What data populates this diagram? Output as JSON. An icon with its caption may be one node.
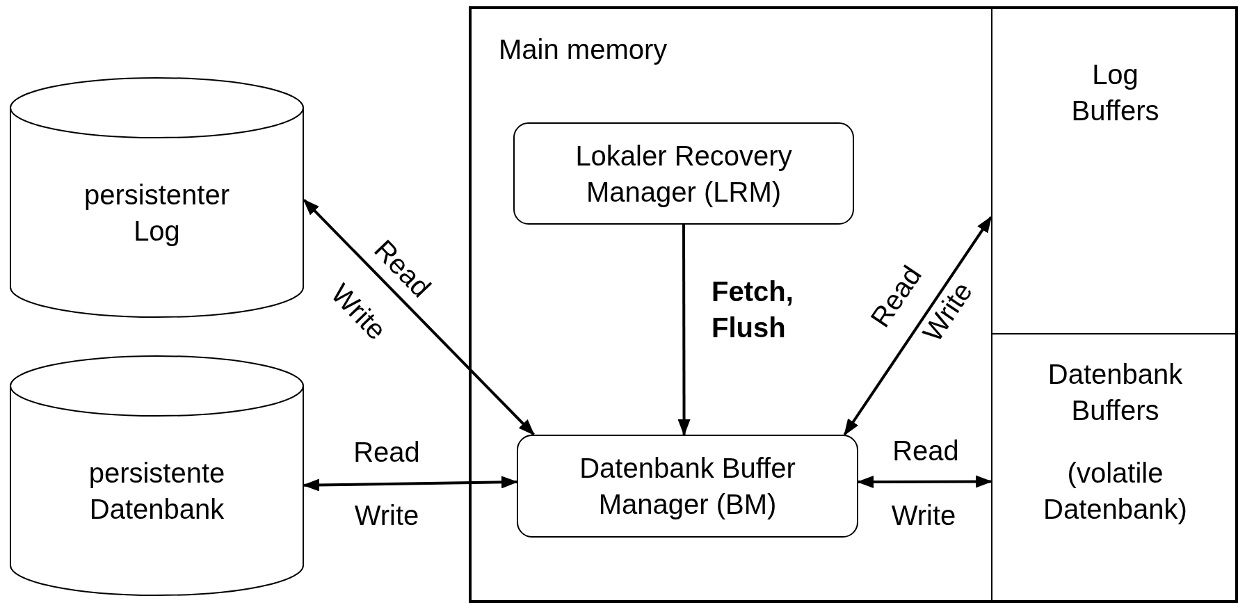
{
  "diagram": {
    "nodes": [
      {
        "text": [
          "persistenter Log"
        ]
      },
      {
        "text": [
          "persistente Datenbank"
        ]
      },
      {
        "text": [
          "Main memory"
        ]
      },
      {
        "text": [
          "Lokaler Recovery Manager (LRM)"
        ],
        "in": 2
      },
      {
        "text": [
          "Datenbank Buffer Manager (BM)"
        ],
        "in": 2
      },
      {
        "text": [
          "Log Buffers"
        ],
        "in": 2
      },
      {
        "text": [
          "Datenbank Buffers",
          "(volatile Datenbank)"
        ],
        "in": 2
      }
    ],
    "edges": [
      {
        "from": 0,
        "to": 4,
        "arrow": "both",
        "label": "Read"
      },
      {
        "from": 1,
        "to": 4,
        "arrow": "both",
        "label": "Read"
      },
      {
        "from": 3,
        "to": 4,
        "arrow": "to",
        "label": "Fetch, Flush"
      },
      {
        "from": 4,
        "to": 5,
        "arrow": "both",
        "label": "Read"
      },
      {
        "from": 4,
        "to": 6,
        "arrow": "both",
        "label": "Read"
      }
    ],
    "labels": [
      "Write",
      "Write",
      "Write",
      "Write"
    ]
  }
}
